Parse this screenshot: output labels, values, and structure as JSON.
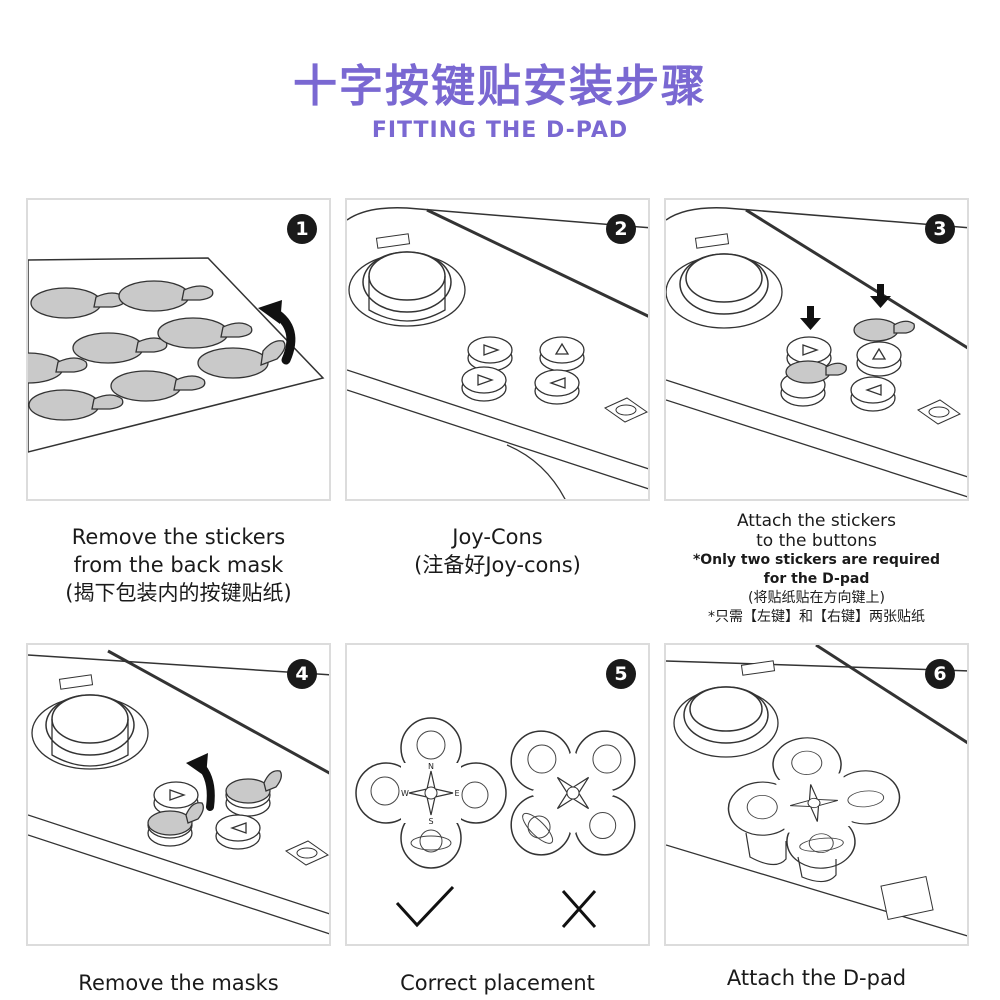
{
  "header": {
    "title_cn": "十字按键贴安装步骤",
    "title_en": "FITTING THE D-PAD"
  },
  "steps": [
    {
      "number": "1",
      "lines": [
        "Remove the stickers",
        "from the back mask",
        "(揭下包装内的按键贴纸)"
      ]
    },
    {
      "number": "2",
      "lines": [
        "Joy-Cons",
        "(注备好Joy-cons)"
      ]
    },
    {
      "number": "3",
      "lines": [
        "Attach the stickers",
        "to the buttons",
        "*Only two stickers are required",
        "for the D-pad",
        "(将贴纸贴在方向键上)",
        "*只需【左键】和【右键】两张贴纸"
      ]
    },
    {
      "number": "4",
      "lines": [
        "Remove the masks"
      ]
    },
    {
      "number": "5",
      "lines": [
        "Correct placement"
      ],
      "marks": {
        "n": "N",
        "s": "S",
        "e": "E",
        "w": "W"
      }
    },
    {
      "number": "6",
      "lines": [
        "Attach the D-pad"
      ]
    }
  ],
  "colors": {
    "accent": "#7a68d2",
    "sticker": "#c9c9c9",
    "line": "#333333"
  }
}
